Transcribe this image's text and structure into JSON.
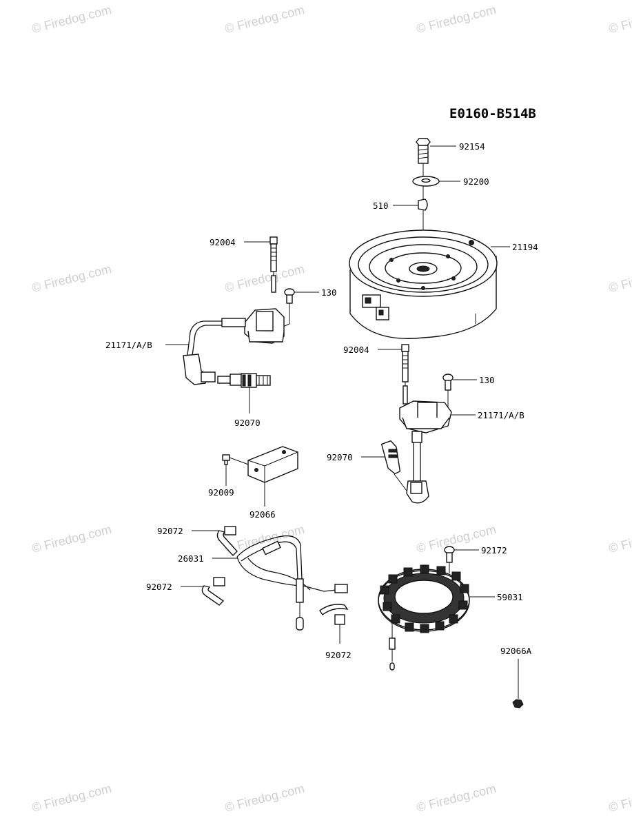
{
  "diagram_code": "E0160-B514B",
  "watermark": "© Firedog.com",
  "callouts": {
    "bolt_top": "92154",
    "washer": "92200",
    "key": "510",
    "flywheel": "21194",
    "stud_left": "92004",
    "screw_left": "130",
    "coil_left": "21171/A/B",
    "plug_left": "92070",
    "stud_right": "92004",
    "screw_right": "130",
    "coil_right": "21171/A/B",
    "plug_right": "92070",
    "regulator_screw": "92009",
    "regulator": "92066",
    "clamp_top": "92072",
    "harness": "26031",
    "clamp_mid": "92072",
    "clamp_bottom": "92072",
    "stator_screw": "92172",
    "stator": "59031",
    "nut": "92066A"
  }
}
